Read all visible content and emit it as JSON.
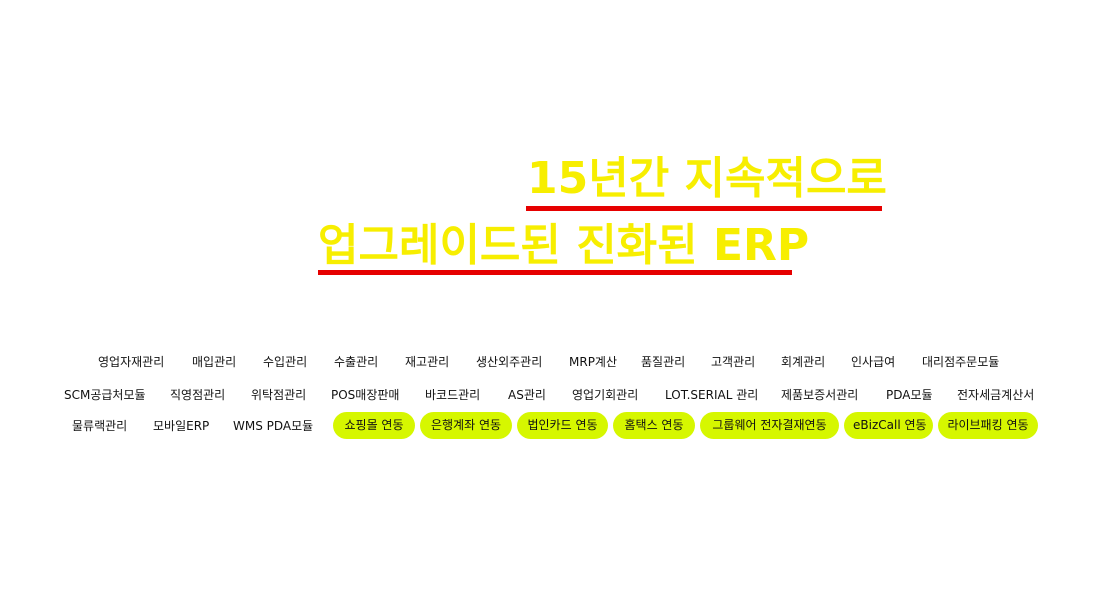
{
  "headline": {
    "line1": "15년간 지속적으로",
    "line2": "업그레이드된 진화된 ERP"
  },
  "colors": {
    "headline_text": "#f7ee00",
    "underline": "#e60000",
    "pill_background": "#d6f700"
  },
  "modules": {
    "row1": [
      "영업자재관리",
      "매입관리",
      "수입관리",
      "수출관리",
      "재고관리",
      "생산외주관리",
      "MRP계산",
      "품질관리",
      "고객관리",
      "회계관리",
      "인사급여",
      "대리점주문모듈"
    ],
    "row2": [
      "SCM공급처모듈",
      "직영점관리",
      "위탁점관리",
      "POS매장판매",
      "바코드관리",
      "AS관리",
      "영업기회관리",
      "LOT.SERIAL 관리",
      "제품보증서관리",
      "PDA모듈",
      "전자세금계산서"
    ],
    "row3_plain": [
      "물류랙관리",
      "모바일ERP",
      "WMS PDA모듈"
    ],
    "row3_integrations": [
      "쇼핑몰 연동",
      "은행계좌 연동",
      "법인카드 연동",
      "홈택스 연동",
      "그룹웨어 전자결재연동",
      "eBizCall 연동",
      "라이브패킹 연동"
    ]
  }
}
